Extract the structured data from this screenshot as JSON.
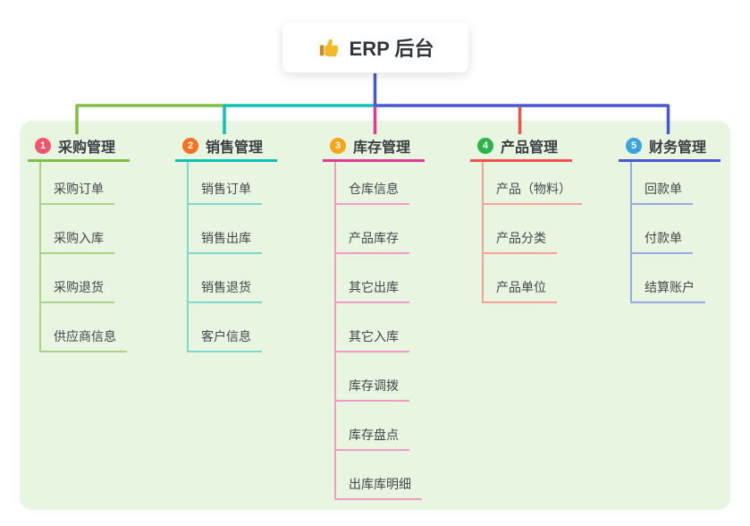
{
  "root": {
    "label": "ERP 后台",
    "icon": "thumbs-up-icon"
  },
  "branches": [
    {
      "number": "1",
      "label": "采购管理",
      "badge_color": "#ef5670",
      "line_color": "#7fbf45",
      "thin_line_color": "#abd387",
      "children": [
        "采购订单",
        "采购入库",
        "采购退货",
        "供应商信息"
      ]
    },
    {
      "number": "2",
      "label": "销售管理",
      "badge_color": "#f57224",
      "line_color": "#10c0b5",
      "thin_line_color": "#7fd8cd",
      "children": [
        "销售订单",
        "销售出库",
        "销售退货",
        "客户信息"
      ]
    },
    {
      "number": "3",
      "label": "库存管理",
      "badge_color": "#f9a51a",
      "line_color": "#e23a90",
      "thin_line_color": "#f09cc8",
      "children": [
        "仓库信息",
        "产品库存",
        "其它出库",
        "其它入库",
        "库存调拨",
        "库存盘点",
        "出库库明细"
      ]
    },
    {
      "number": "4",
      "label": "产品管理",
      "badge_color": "#2cb44b",
      "line_color": "#f1504e",
      "thin_line_color": "#f5a29b",
      "children": [
        "产品（物料）",
        "产品分类",
        "产品单位"
      ]
    },
    {
      "number": "5",
      "label": "财务管理",
      "badge_color": "#3ba4df",
      "line_color": "#4b57ce",
      "thin_line_color": "#9aa8e4",
      "children": [
        "回款单",
        "付款单",
        "结算账户"
      ]
    }
  ],
  "colors": {
    "panel_bg": "#e8f6e1",
    "root_stem": "#4b57ce",
    "bus_left": "#7fbf45",
    "bus_mid": "#10c0b5",
    "bus_right": "#4b57ce",
    "drop_branch3": "#e23a90",
    "drop_branch4": "#f1504e"
  }
}
